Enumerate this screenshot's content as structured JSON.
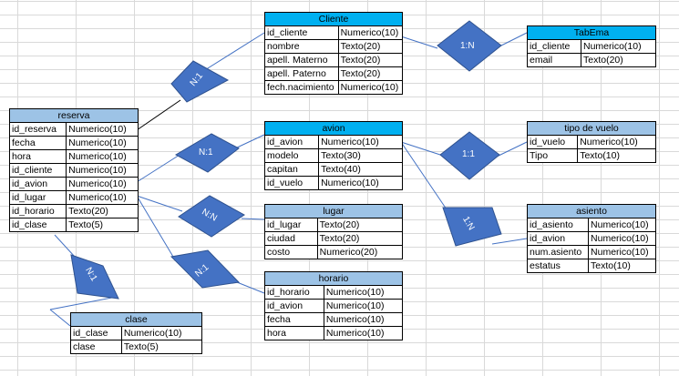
{
  "colors": {
    "relation_fill": "#4472c4",
    "header_light": "#9dc3e6",
    "header_cyan": "#00b0f0",
    "link": "#4472c4"
  },
  "tables": {
    "cliente": {
      "title": "Cliente",
      "rows": [
        [
          "id_cliente",
          "Numerico(10)"
        ],
        [
          "nombre",
          "Texto(20)"
        ],
        [
          "apell. Materno",
          "Texto(20)"
        ],
        [
          "apell. Paterno",
          "Texto(20)"
        ],
        [
          "fech.nacimiento",
          "Numerico(10)"
        ]
      ]
    },
    "tabema": {
      "title": "TabEma",
      "rows": [
        [
          "id_cliente",
          "Numerico(10)"
        ],
        [
          "email",
          "Texto(20)"
        ]
      ]
    },
    "reserva": {
      "title": "reserva",
      "rows": [
        [
          "id_reserva",
          "Numerico(10)"
        ],
        [
          "fecha",
          "Numerico(10)"
        ],
        [
          "hora",
          "Numerico(10)"
        ],
        [
          "id_cliente",
          "Numerico(10)"
        ],
        [
          "id_avion",
          "Numerico(10)"
        ],
        [
          "id_lugar",
          "Numerico(10)"
        ],
        [
          "id_horario",
          "Texto(20)"
        ],
        [
          "id_clase",
          "Texto(5)"
        ]
      ]
    },
    "avion": {
      "title": "avion",
      "rows": [
        [
          "id_avion",
          "Numerico(10)"
        ],
        [
          "modelo",
          "Texto(30)"
        ],
        [
          "capitan",
          "Texto(40)"
        ],
        [
          "id_vuelo",
          "Numerico(10)"
        ]
      ]
    },
    "tipo_vuelo": {
      "title": "tipo de vuelo",
      "rows": [
        [
          "id_vuelo",
          "Numerico(10)"
        ],
        [
          "Tipo",
          "Texto(10)"
        ]
      ]
    },
    "lugar": {
      "title": "lugar",
      "rows": [
        [
          "id_lugar",
          "Texto(20)"
        ],
        [
          "ciudad",
          "Texto(20)"
        ],
        [
          "costo",
          "Numerico(20)"
        ]
      ]
    },
    "asiento": {
      "title": "asiento",
      "rows": [
        [
          "id_asiento",
          "Numerico(10)"
        ],
        [
          "id_avion",
          "Numerico(10)"
        ],
        [
          "num.asiento",
          "Numerico(10)"
        ],
        [
          "estatus",
          "Texto(10)"
        ]
      ]
    },
    "horario": {
      "title": "horario",
      "rows": [
        [
          "id_horario",
          "Numerico(10)"
        ],
        [
          "id_avion",
          "Numerico(10)"
        ],
        [
          "fecha",
          "Numerico(10)"
        ],
        [
          "hora",
          "Numerico(10)"
        ]
      ]
    },
    "clase": {
      "title": "clase",
      "rows": [
        [
          "id_clase",
          "Numerico(10)"
        ],
        [
          "clase",
          "Texto(5)"
        ]
      ]
    }
  },
  "relations": {
    "r1": "N:1",
    "r2": "1:N",
    "r3": "N:1",
    "r4": "1:1",
    "r5": "N:N",
    "r6": "1:N",
    "r7": "N:1",
    "r8": "N:1"
  }
}
